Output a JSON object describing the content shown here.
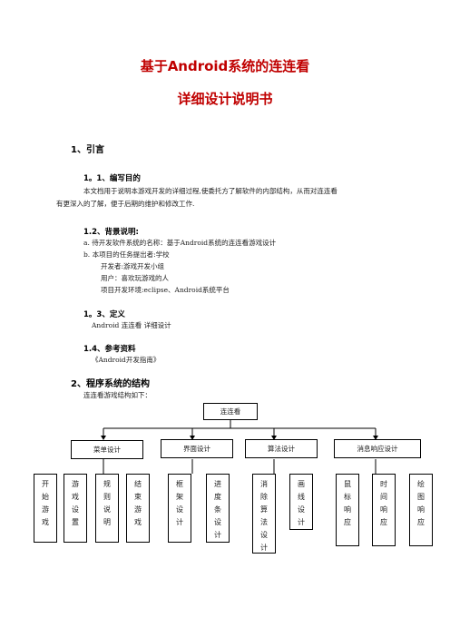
{
  "doc": {
    "title_line1": "基于Android系统的连连看",
    "title_line2": "详细设计说明书"
  },
  "sec1": {
    "heading": "1、引言",
    "s11": {
      "heading": "1。1、编写目的",
      "line1": "本文档用于说明本游戏开发的详细过程,使委托方了解软件的内部结构，从而对连连看",
      "line2": "有更深入的了解，便于后期的维护和修改工作."
    },
    "s12": {
      "heading": "1.2、背景说明:",
      "items": [
        "a.   待开发软件系统的名称：基于Android系统的连连看游戏设计",
        "b.    本项目的任务提出者:学校",
        "开发者:游戏开发小组",
        "用户：喜欢玩游戏的人",
        "项目开发环境:eclipse、Android系统平台"
      ]
    },
    "s13": {
      "heading": "1。3、定义",
      "text": "Android  连连看  详细设计"
    },
    "s14": {
      "heading": "1.4、参考资料",
      "text": "《Android开发指南》"
    }
  },
  "sec2": {
    "heading": "2、程序系统的结构",
    "intro": "连连看游戏结构如下："
  },
  "diagram": {
    "root": "连连看",
    "modules": [
      "菜单设计",
      "界面设计",
      "算法设计",
      "消息响应设计"
    ],
    "leaves": {
      "menu": [
        "开始游戏",
        "游戏设置",
        "规则说明",
        "结束游戏"
      ],
      "ui": [
        "框架设计",
        "进度条设计"
      ],
      "algo": [
        "消除算法设计",
        "画线设计"
      ],
      "msg": [
        "鼠标响应",
        "时间响应",
        "绘图响应"
      ]
    }
  }
}
